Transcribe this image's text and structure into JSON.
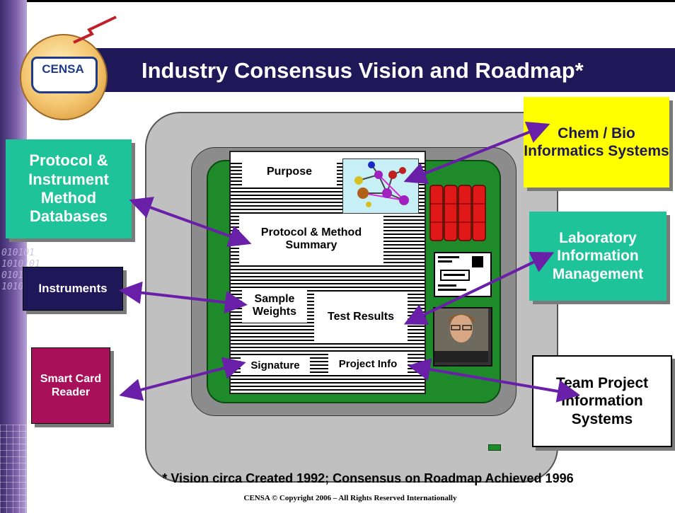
{
  "slide": {
    "title": "Industry Consensus Vision and Roadmap*",
    "logo_text": "CENSA",
    "footnote": "* Vision circa Created 1992; Consensus on Roadmap Achieved 1996",
    "copyright": "CENSA © Copyright 2006 – All Rights Reserved Internationally",
    "binary_decor": "010101\n1010101\n010101\n101010"
  },
  "document": {
    "purpose": "Purpose",
    "protocol_summary": "Protocol & Method Summary",
    "sample_weights": "Sample Weights",
    "test_results": "Test Results",
    "signature": "Signature",
    "project_info": "Project Info"
  },
  "callouts": {
    "protocol_db": "Protocol & Instrument Method Databases",
    "instruments": "Instruments",
    "smart_card": "Smart Card Reader",
    "chem_bio": "Chem / Bio Informatics Systems",
    "lims": "Laboratory Information Management",
    "team_project": "Team Project Information Systems"
  },
  "colors": {
    "title_bar": "#1e1858",
    "teal": "#1fc39a",
    "navy": "#1e1858",
    "magenta": "#a8105a",
    "yellow": "#ffff00",
    "arrow": "#6a1fa8",
    "screen_green": "#1e8a2a"
  }
}
